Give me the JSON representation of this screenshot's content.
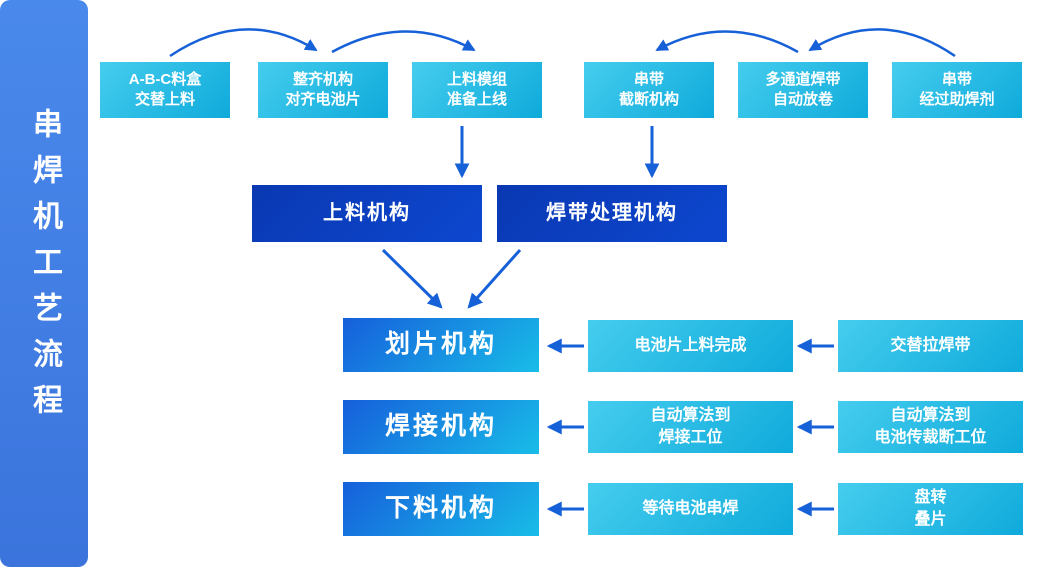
{
  "sidebar": {
    "title": "串焊机工艺流程"
  },
  "top_boxes": [
    {
      "label": "A-B-C料盒\n交替上料"
    },
    {
      "label": "整齐机构\n对齐电池片"
    },
    {
      "label": "上料模组\n准备上线"
    },
    {
      "label": "串带\n截断机构"
    },
    {
      "label": "多通道焊带\n自动放卷"
    },
    {
      "label": "串带\n经过助焊剂"
    }
  ],
  "machine_boxes": [
    {
      "label": "上料机构"
    },
    {
      "label": "焊带处理机构"
    }
  ],
  "flow_rows": [
    {
      "stage": "划片机构",
      "status": "电池片上料完成",
      "source": "交替拉焊带"
    },
    {
      "stage": "焊接机构",
      "status": "自动算法到\n焊接工位",
      "source": "自动算法到\n电池传裁断工位"
    },
    {
      "stage": "下料机构",
      "status": "等待电池串焊",
      "source": "盘转\n叠片"
    }
  ],
  "colors": {
    "sidebar_blue": "#3f7ce4",
    "node_cyan": "#18b4e0",
    "node_navy": "#0b3fc0",
    "arrow_blue": "#1660d8"
  }
}
